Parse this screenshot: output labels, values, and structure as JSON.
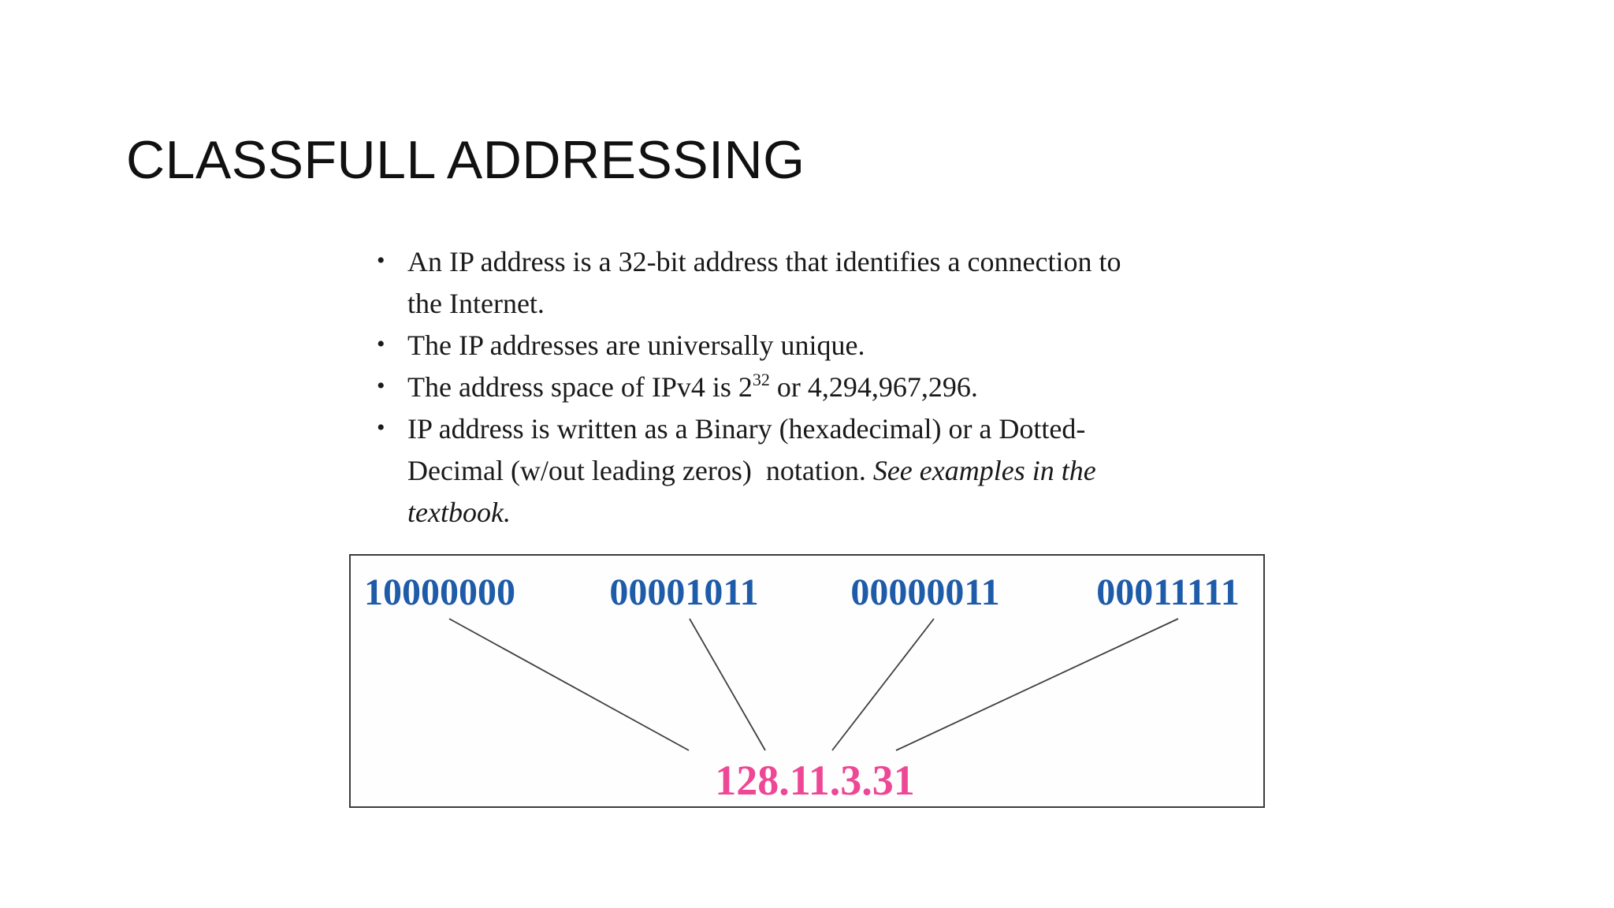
{
  "slide": {
    "title": "CLASSFULL ADDRESSING",
    "bullet_char": "•",
    "bullets": [
      {
        "text": "An IP address is a 32-bit address that identifies a connection to\nthe Internet."
      },
      {
        "text": "The IP addresses are universally unique."
      },
      {
        "text_before_sup": "The address space of IPv4 is 2",
        "sup": "32",
        "text_after_sup": " or 4,294,967,296."
      },
      {
        "text": "IP address is written as a Binary (hexadecimal) or a Dotted-\nDecimal (w/out leading zeros)  notation. ",
        "italic_text": "See examples in the\ntextbook."
      }
    ],
    "diagram": {
      "octets": [
        "10000000",
        "00001011",
        "00000011",
        "00011111"
      ],
      "dotted_decimal": "128.11.3.31",
      "colors": {
        "binary": "#1e5ba8",
        "decimal": "#ee4796",
        "line": "#3f3f3f",
        "border": "#3c3c3c"
      }
    }
  }
}
